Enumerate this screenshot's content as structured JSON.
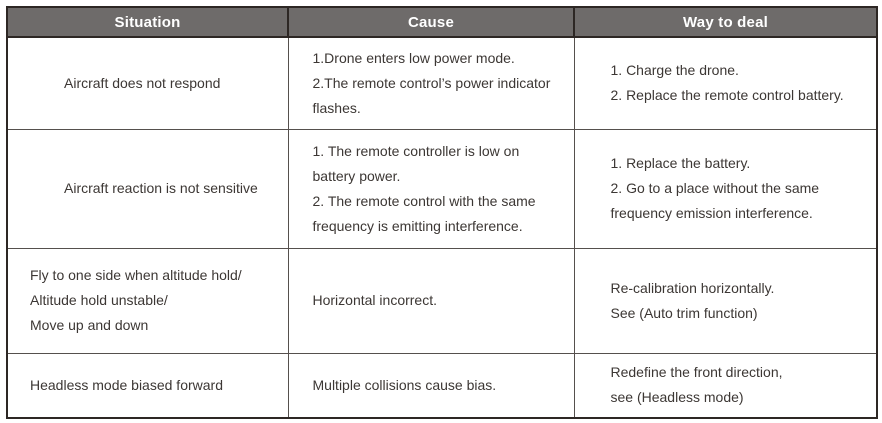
{
  "colors": {
    "header_bg": "#6E6B6A",
    "header_text": "#FFFFFF",
    "body_text": "#3C3734",
    "border_outer": "#2D2724",
    "border_inner": "#55504D",
    "page_bg": "#FFFFFF"
  },
  "table": {
    "columns": [
      "Situation",
      "Cause",
      "Way to deal"
    ],
    "rows": [
      {
        "situation": "Aircraft does not respond",
        "cause": "1.Drone enters low power mode.\n2.The remote control’s power indicator flashes.",
        "way_to_deal": "1. Charge the drone.\n2. Replace the remote control battery."
      },
      {
        "situation": "Aircraft reaction is not sensitive",
        "cause": "1. The remote controller is low on battery power.\n2. The remote control with the same frequency is emitting interference.",
        "way_to_deal": "1. Replace the battery.\n2. Go to a place without the same frequency emission interference."
      },
      {
        "situation": "Fly to one side when altitude hold/\nAltitude hold unstable/\nMove up and down",
        "cause": "Horizontal incorrect.",
        "way_to_deal": "Re-calibration horizontally.\nSee (Auto trim function)"
      },
      {
        "situation": "Headless mode biased forward",
        "cause": "Multiple collisions cause bias.",
        "way_to_deal": "Redefine the front direction,\nsee (Headless mode)"
      }
    ]
  }
}
